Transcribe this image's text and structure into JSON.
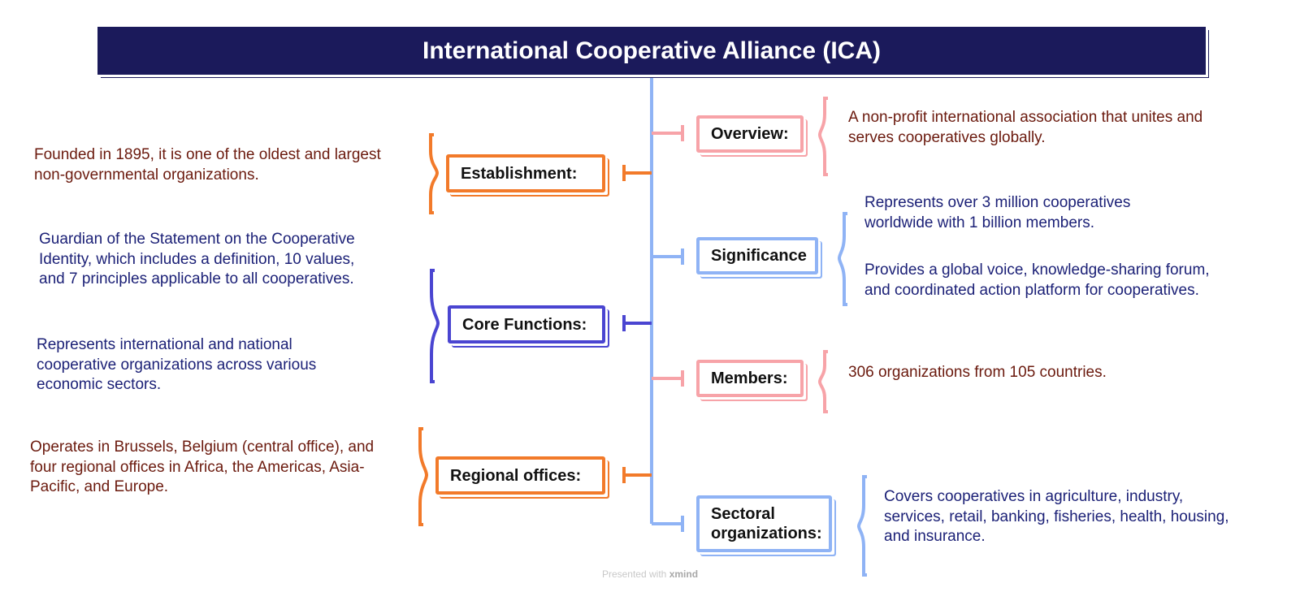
{
  "title": "International Cooperative Alliance (ICA)",
  "colors": {
    "title_bg": "#1b1a5b",
    "orange": "#f27a2a",
    "blue": "#4a45d1",
    "pink": "#f7a3a8",
    "light_blue": "#8fb3f5",
    "text_brown": "#6b1a0e",
    "text_navy": "#1c2177"
  },
  "left": {
    "establishment": {
      "label": "Establishment:",
      "details": [
        "Founded in 1895, it is one of the oldest and largest non-governmental organizations."
      ]
    },
    "core_functions": {
      "label": "Core Functions:",
      "details": [
        "Guardian of the Statement on the Cooperative Identity, which includes a definition, 10 values, and 7 principles applicable to all cooperatives.",
        "Represents international and national cooperative organizations across various economic sectors."
      ]
    },
    "regional_offices": {
      "label": "Regional offices:",
      "details": [
        "Operates in Brussels, Belgium (central office), and four regional offices in Africa, the Americas, Asia-Pacific, and Europe."
      ]
    }
  },
  "right": {
    "overview": {
      "label": "Overview:",
      "details": [
        "A non-profit international association that unites and serves cooperatives globally."
      ]
    },
    "significance": {
      "label": "Significance",
      "details": [
        "Represents over 3 million cooperatives worldwide with 1 billion members.",
        "Provides a global voice, knowledge-sharing forum, and coordinated action platform for cooperatives."
      ]
    },
    "members": {
      "label": "Members:",
      "details": [
        "306 organizations from 105 countries."
      ]
    },
    "sectoral": {
      "label": "Sectoral organizations:",
      "details": [
        "Covers cooperatives in agriculture, industry, services, retail, banking, fisheries, health, housing, and insurance."
      ]
    }
  },
  "footer": {
    "prefix": "Presented with",
    "brand": "xmind"
  }
}
